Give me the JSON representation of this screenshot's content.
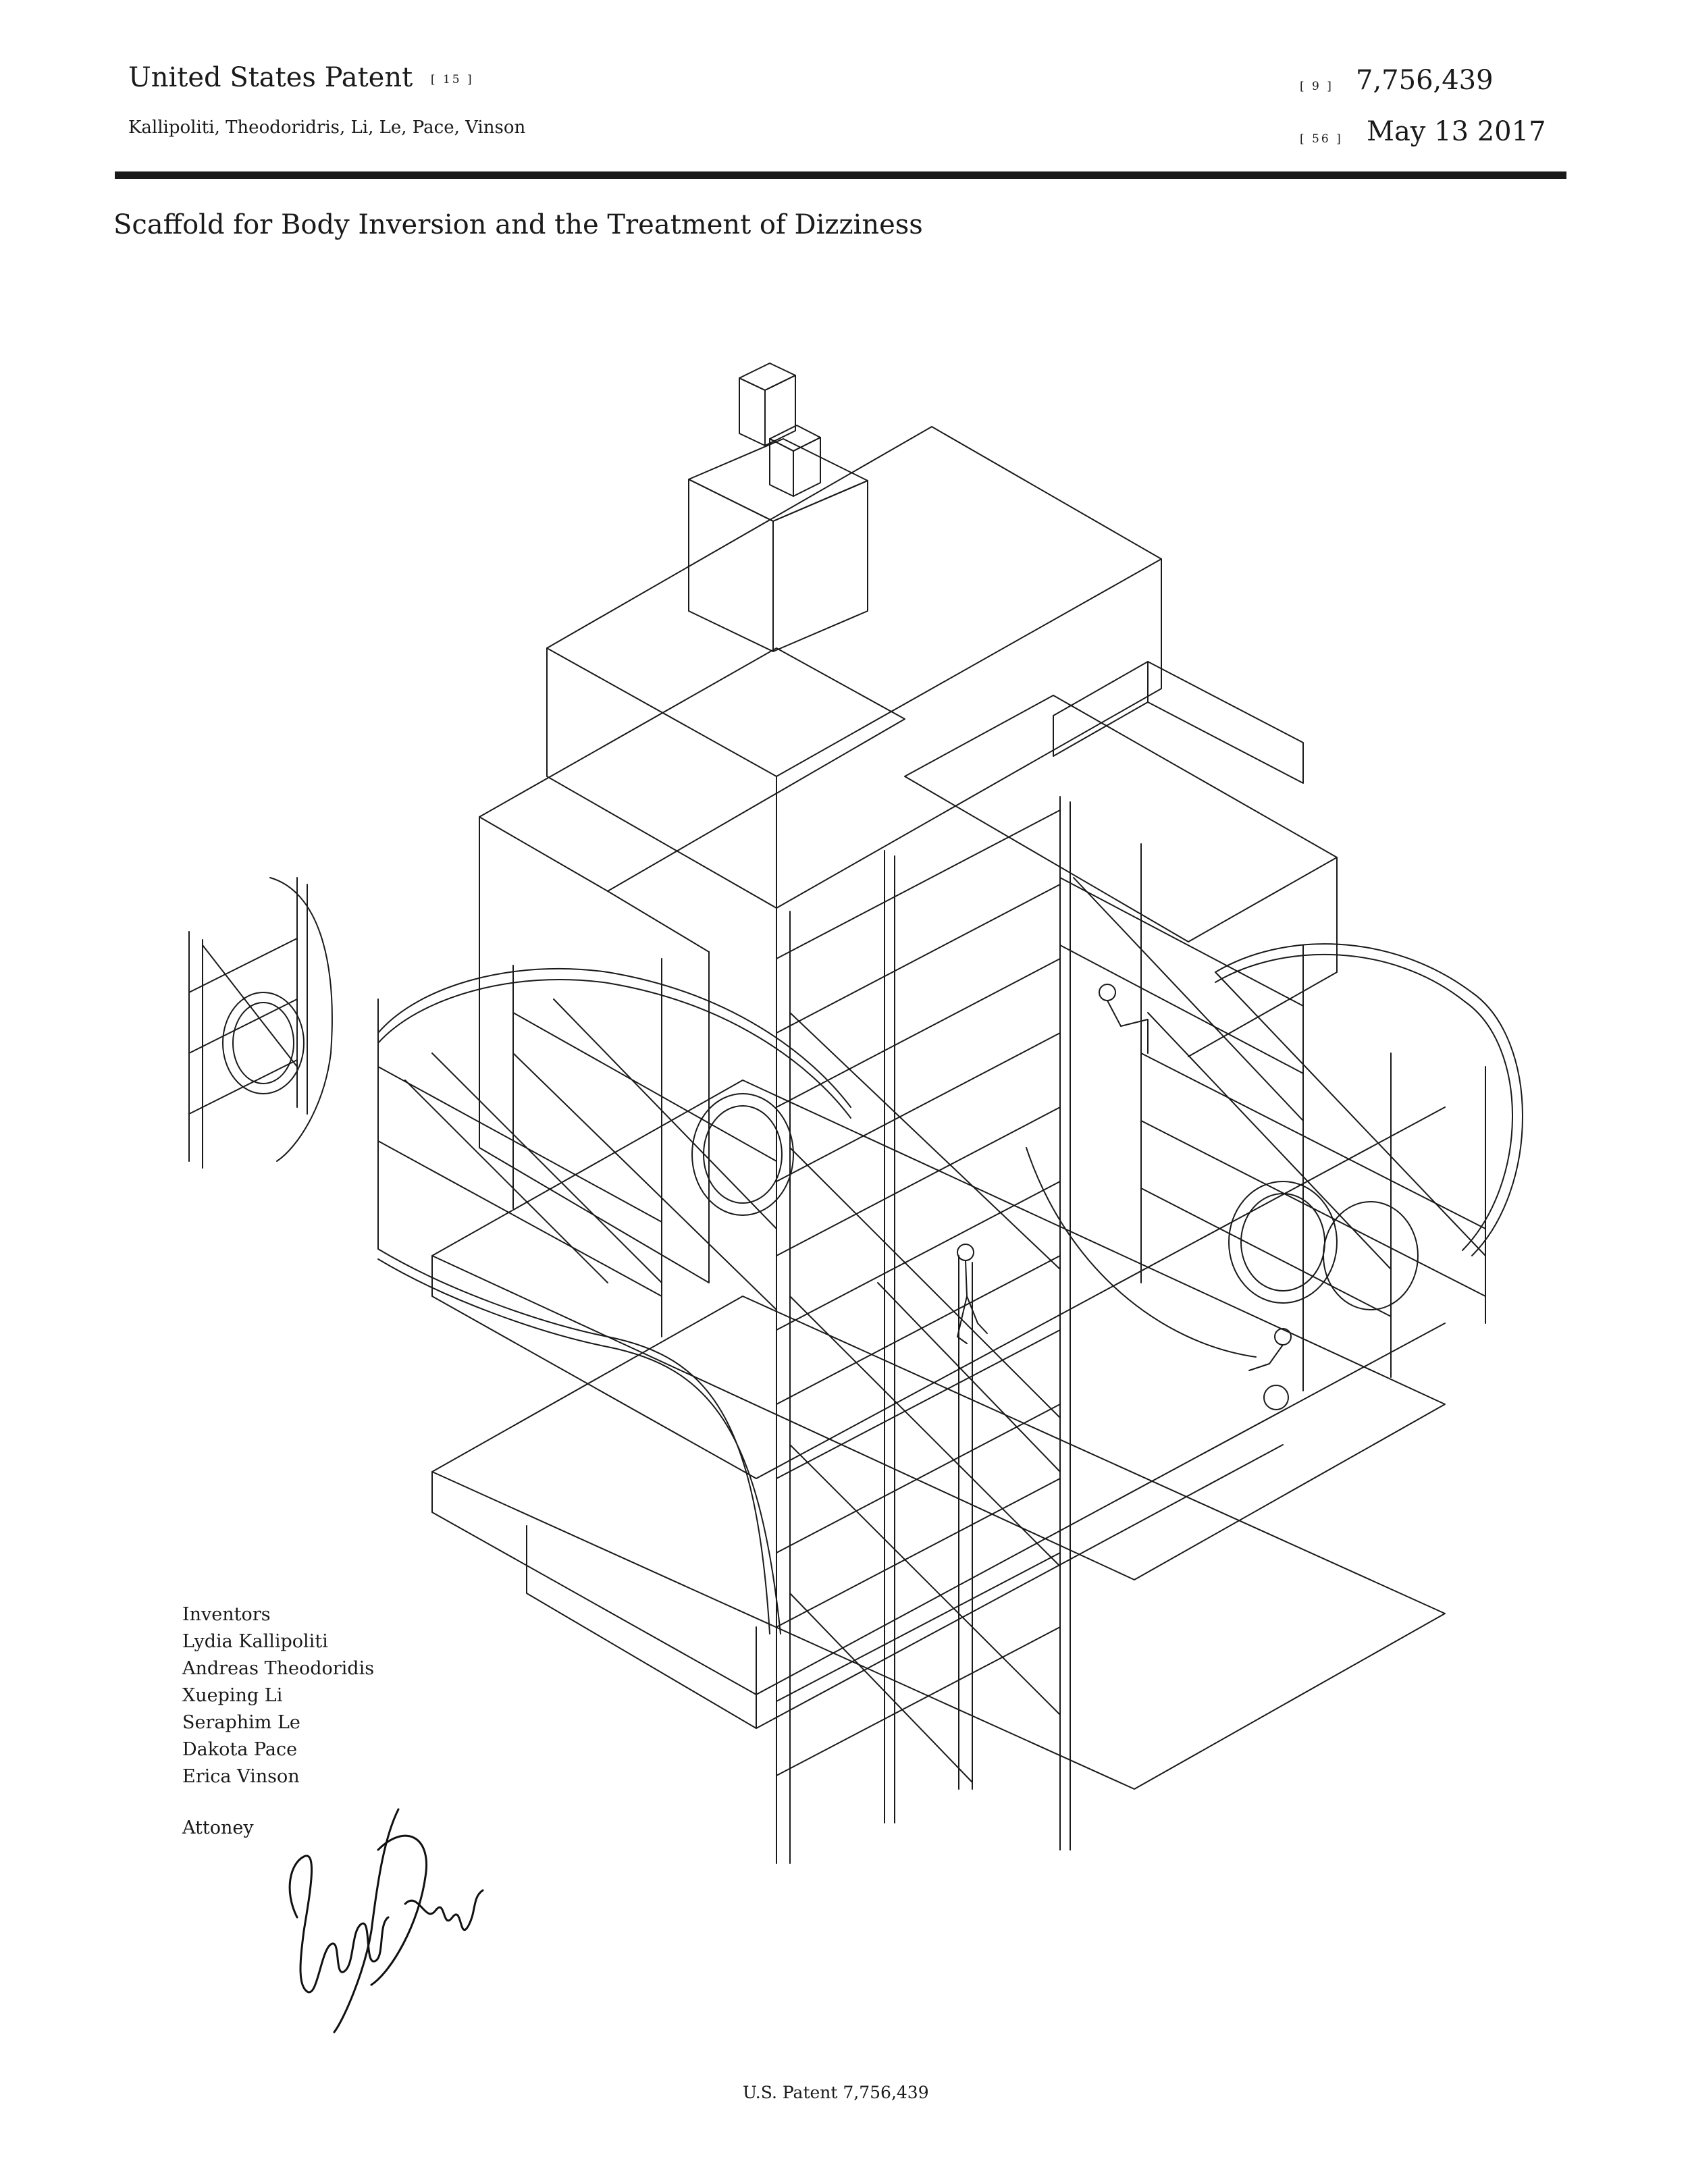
{
  "header": {
    "patent_office": "United States Patent",
    "office_code": "[ 15 ]",
    "inventors_short": "Kallipoliti, Theodoridris, Li, Le, Pace, Vinson",
    "number_code": "[ 9 ]",
    "patent_number": "7,756,439",
    "date_code": "[ 56 ]",
    "date": "May 13 2017"
  },
  "title": "Scaffold for Body Inversion and the Treatment of Dizziness",
  "inventors": {
    "label": "Inventors",
    "names": [
      "Lydia Kallipoliti",
      "Andreas Theodoridis",
      "Xueping Li",
      "Seraphim Le",
      "Dakota Pace",
      "Erica Vinson"
    ]
  },
  "attorney": {
    "label": "Attoney"
  },
  "footer": "U.S. Patent 7,756,439",
  "figure": {
    "subject": "isometric-scaffold-building-drawing",
    "line_color": "#1a1a1a"
  }
}
